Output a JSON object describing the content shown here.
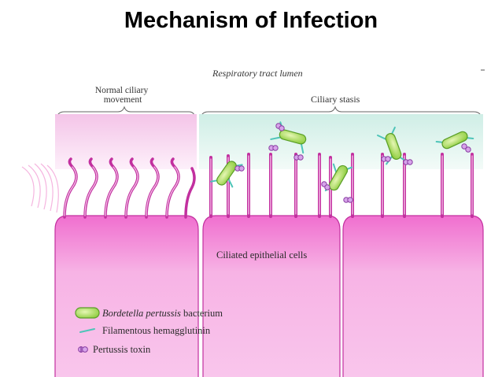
{
  "title": "Mechanism of Infection",
  "diagram": {
    "lumen_label": "Respiratory tract lumen",
    "normal_label_line1": "Normal ciliary",
    "normal_label_line2": "movement",
    "stasis_label": "Ciliary stasis",
    "cells_label": "Ciliated epithelial cells"
  },
  "legend": {
    "bacterium_species": "Bordetella pertussis",
    "bacterium_word": " bacterium",
    "hemagglutinin": "Filamentous hemagglutinin",
    "toxin": "Pertussis toxin"
  },
  "colors": {
    "cell_pink": "#f4a6e0",
    "cilia_magenta": "#c2309f",
    "mucus_pink": "#f7d4ee",
    "mucus_green": "#dff5ee",
    "bacterium_green": "#b5df6a",
    "hemagglutinin_teal": "#4ec4b8",
    "toxin_purple": "#b160c4"
  }
}
